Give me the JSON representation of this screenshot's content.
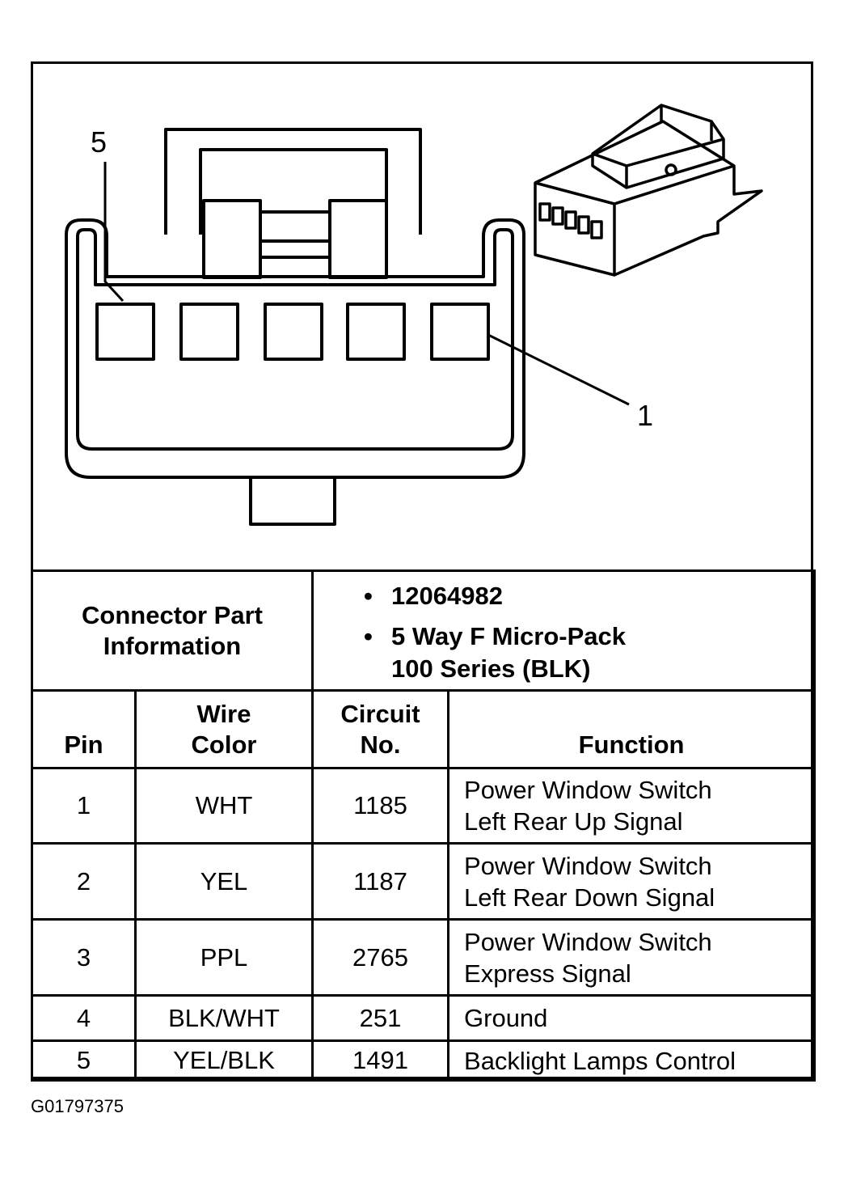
{
  "callouts": {
    "pin_left": "5",
    "pin_right": "1"
  },
  "connector_info": {
    "label_line1": "Connector Part",
    "label_line2": "Information",
    "part_number": "12064982",
    "description_line1": "5 Way F Micro-Pack",
    "description_line2": "100 Series (BLK)"
  },
  "table": {
    "headers": {
      "pin": "Pin",
      "wire_color_line1": "Wire",
      "wire_color_line2": "Color",
      "circuit_line1": "Circuit",
      "circuit_line2": "No.",
      "function": "Function"
    },
    "rows": [
      {
        "pin": "1",
        "wire_color": "WHT",
        "circuit": "1185",
        "function_line1": "Power Window Switch",
        "function_line2": "Left Rear Up Signal"
      },
      {
        "pin": "2",
        "wire_color": "YEL",
        "circuit": "1187",
        "function_line1": "Power Window Switch",
        "function_line2": "Left Rear Down Signal"
      },
      {
        "pin": "3",
        "wire_color": "PPL",
        "circuit": "2765",
        "function_line1": "Power Window Switch",
        "function_line2": "Express Signal"
      },
      {
        "pin": "4",
        "wire_color": "BLK/WHT",
        "circuit": "251",
        "function_line1": "Ground",
        "function_line2": ""
      },
      {
        "pin": "5",
        "wire_color": "YEL/BLK",
        "circuit": "1491",
        "function_line1": "Backlight Lamps Control",
        "function_line2": ""
      }
    ]
  },
  "figure_id": "G01797375"
}
